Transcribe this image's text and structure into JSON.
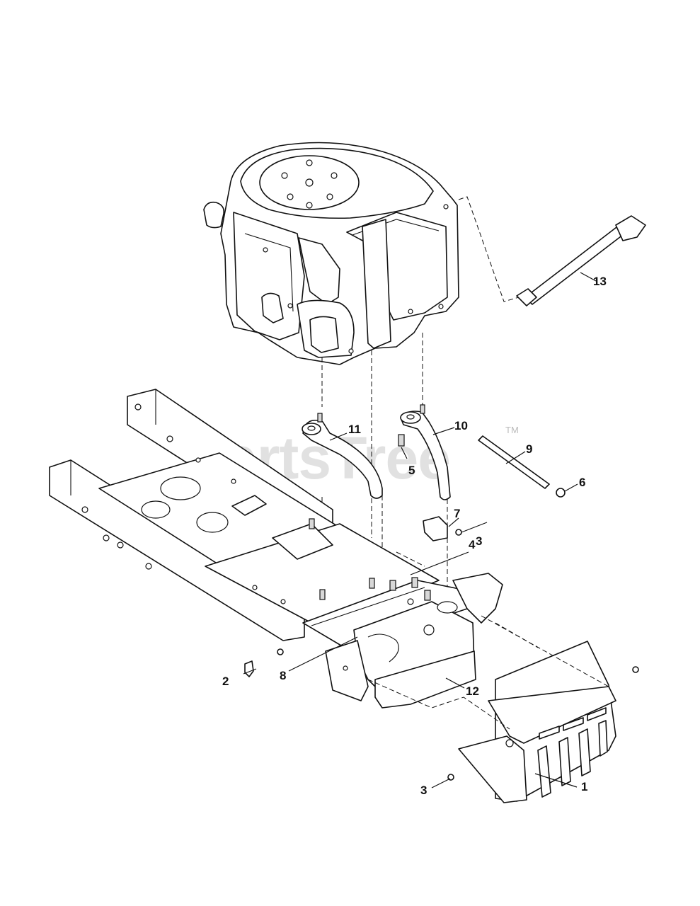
{
  "watermark": {
    "text": "PartsTree",
    "trademark": "TM"
  },
  "callouts": [
    {
      "id": "1",
      "label": "1"
    },
    {
      "id": "2",
      "label": "2"
    },
    {
      "id": "3a",
      "label": "3"
    },
    {
      "id": "3b",
      "label": "3"
    },
    {
      "id": "4",
      "label": "4"
    },
    {
      "id": "5",
      "label": "5"
    },
    {
      "id": "6",
      "label": "6"
    },
    {
      "id": "7",
      "label": "7"
    },
    {
      "id": "8",
      "label": "8"
    },
    {
      "id": "9",
      "label": "9"
    },
    {
      "id": "10",
      "label": "10"
    },
    {
      "id": "11",
      "label": "11"
    },
    {
      "id": "12",
      "label": "12"
    },
    {
      "id": "13",
      "label": "13"
    }
  ]
}
